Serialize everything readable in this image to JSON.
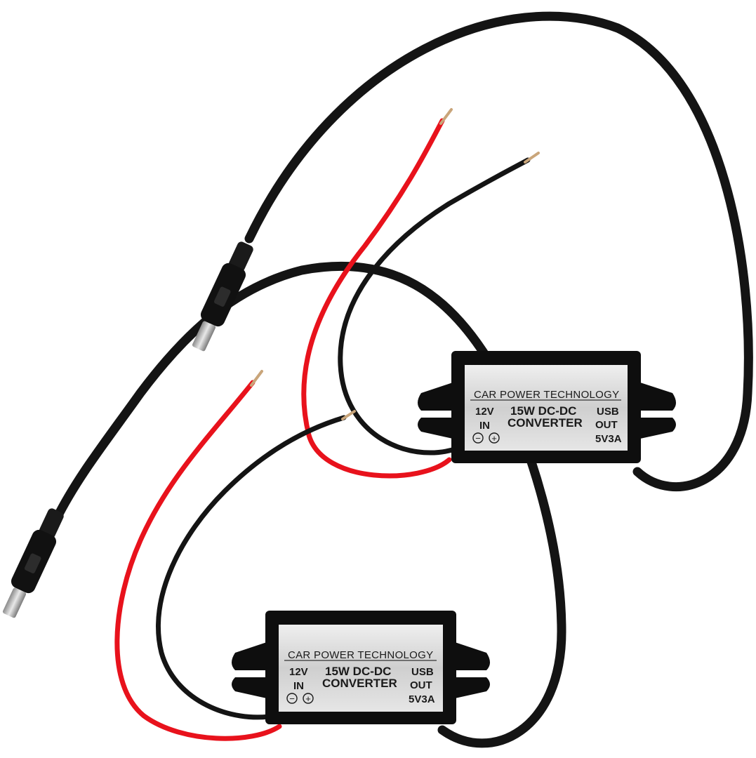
{
  "colors": {
    "background": "#ffffff",
    "black_wire": "#141414",
    "red_wire": "#e8121c",
    "housing": "#0e0e0e",
    "label_plate": "#d9d9d9",
    "copper_tip": "#c9a57a"
  },
  "converters": [
    {
      "brand": "CAR POWER TECHNOLOGY",
      "input_voltage": "12V",
      "input_label": "IN",
      "power": "15W DC-DC",
      "type": "CONVERTER",
      "usb_label": "USB",
      "output_label": "OUT",
      "output_rating": "5V3A",
      "minus_symbol": "−",
      "plus_symbol": "+"
    },
    {
      "brand": "CAR POWER TECHNOLOGY",
      "input_voltage": "12V",
      "input_label": "IN",
      "power": "15W DC-DC",
      "type": "CONVERTER",
      "usb_label": "USB",
      "output_label": "OUT",
      "output_rating": "5V3A",
      "minus_symbol": "−",
      "plus_symbol": "+"
    }
  ],
  "connectors": [
    {
      "icon": "micro-usb-plug-icon"
    },
    {
      "icon": "micro-usb-plug-icon"
    }
  ]
}
